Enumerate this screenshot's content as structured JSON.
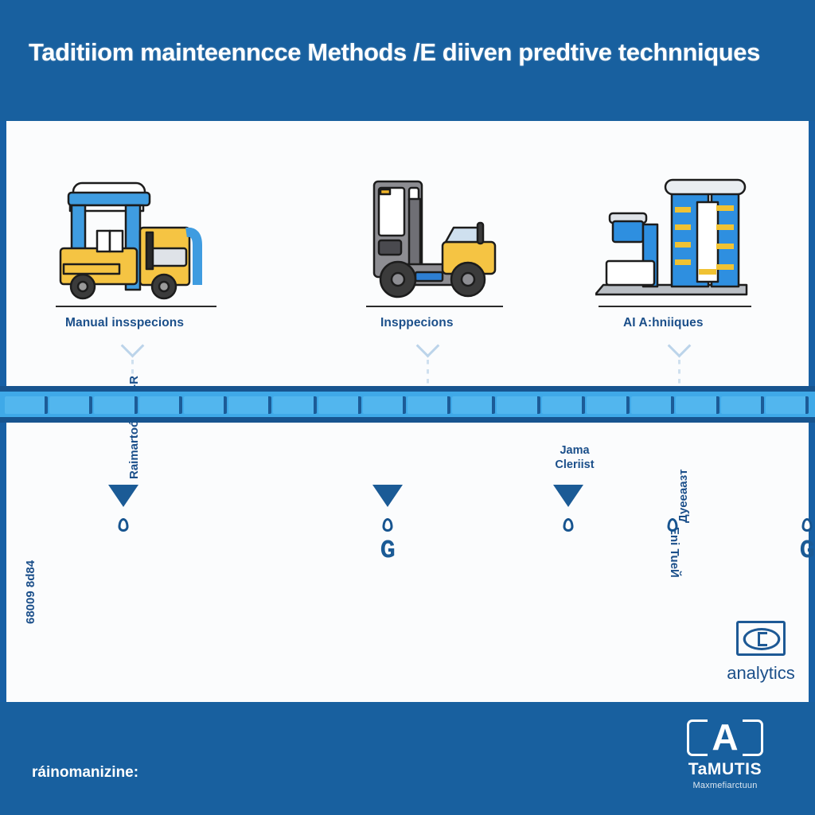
{
  "header": {
    "title": "Taditiiom mainteenncce Methods  /E diiven predtive technniques",
    "bg_color": "#18609f"
  },
  "colors": {
    "brand_blue": "#18609f",
    "deep_blue": "#17548f",
    "timeline_fill": "#3fa9e8",
    "timeline_segment": "#52b6ee",
    "label_blue": "#1b4f8a",
    "forklift_yellow": "#f5c443",
    "machine_gray": "#8d8d92",
    "panel_bg": "#fbfcfd"
  },
  "illustrations": [
    {
      "name": "manual-inspection-forklift",
      "caption": "Manual insspecions",
      "colors": [
        "#f5c443",
        "#3f9ce0"
      ]
    },
    {
      "name": "inspection-forklift-truck",
      "caption": "Insppecions",
      "colors": [
        "#8d8d92",
        "#f5c443"
      ]
    },
    {
      "name": "ai-techniques-rack",
      "caption": "AI A:hniiques",
      "colors": [
        "#2e8fe0",
        "#f5c443"
      ]
    }
  ],
  "side_labels": {
    "far_left": "68009 8d84",
    "first_marker": "Raimartoó: DQT-R",
    "third_marker_up": "Дуeеаазт",
    "third_marker_down": "Eni TueЙ"
  },
  "stack_label": {
    "line1": "Jama",
    "line2": "Cleriist"
  },
  "timeline": {
    "segment_count": 18,
    "markers": [
      {
        "label_position": 155
      },
      {
        "label_position": 487
      },
      {
        "label_position": 714
      }
    ],
    "nodes": [
      155,
      487,
      714,
      845,
      1014
    ],
    "drops": [
      487,
      1014
    ]
  },
  "analytics": {
    "label": "analytics",
    "icon": "eye-in-frame-icon"
  },
  "footer": {
    "note": "ráinomanizine:",
    "brand_letter": "A",
    "brand_name": "TaMUTIS",
    "brand_sub": "Maxmefiarctuun"
  }
}
